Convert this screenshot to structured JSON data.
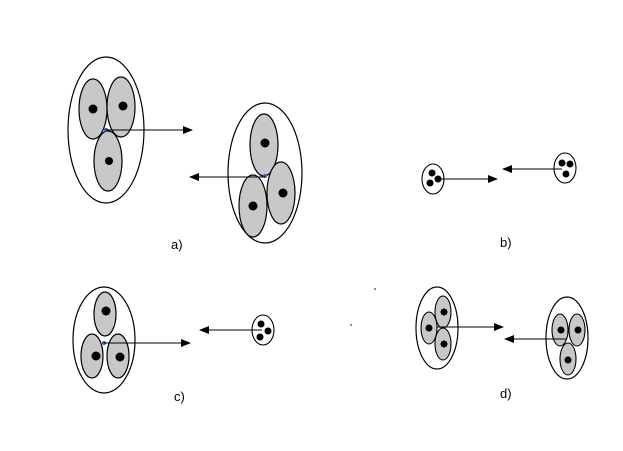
{
  "panels": [
    {
      "id": "a",
      "label": "a)"
    },
    {
      "id": "b",
      "label": "b)"
    },
    {
      "id": "c",
      "label": "c)"
    },
    {
      "id": "d",
      "label": "d)"
    }
  ],
  "colors": {
    "stroke": "#000000",
    "cluster_fill": "#ffffff",
    "blob_fill": "#c8c8c8",
    "dot": "#000000",
    "center_dot": "#2a5db0"
  }
}
